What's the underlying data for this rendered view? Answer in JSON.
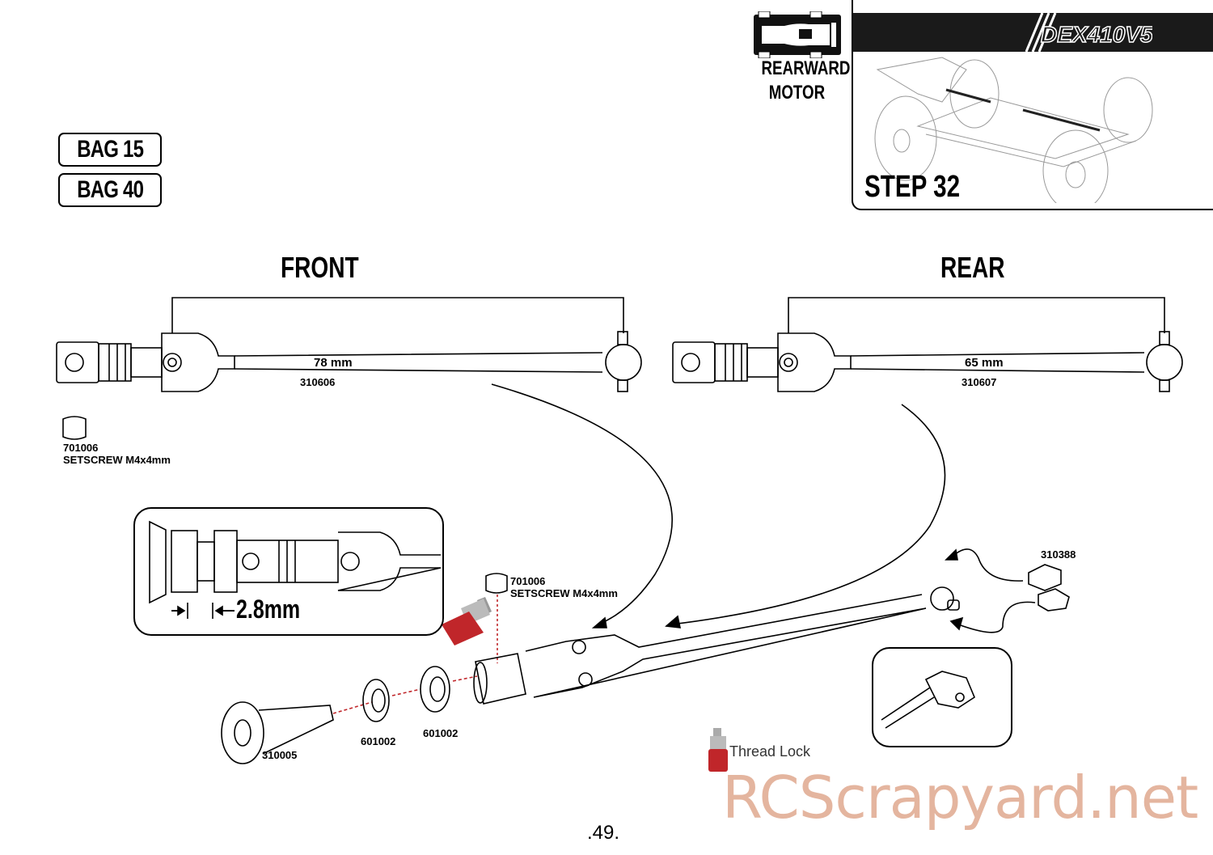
{
  "header": {
    "bags": [
      "BAG 15",
      "BAG 40"
    ],
    "motor_icon": "rearward-motor-car-icon",
    "motor_label_line1": "REARWARD",
    "motor_label_line2": "MOTOR",
    "brand_logo": "DEX410V5",
    "step_label": "STEP 32"
  },
  "front": {
    "title": "FRONT",
    "length": "78 mm",
    "part_number": "310606"
  },
  "rear": {
    "title": "REAR",
    "length": "65 mm",
    "part_number": "310607"
  },
  "hardware": {
    "setscrew_part": "701006",
    "setscrew_name": "SETSCREW M4x4mm"
  },
  "detail": {
    "gap_label": "2.8mm"
  },
  "assembly": {
    "gear_part": "310005",
    "bearing1_part": "601002",
    "bearing2_part": "601002",
    "setscrew_part": "701006",
    "setscrew_name": "SETSCREW M4x4mm",
    "cup_part": "310388",
    "threadlock_label": "Thread Lock"
  },
  "colors": {
    "threadlock_red": "#c0262a",
    "dashed_line": "#c0262a",
    "watermark": "#cd7850"
  },
  "watermark": "RCScrapyard.net",
  "page_number": ".49."
}
